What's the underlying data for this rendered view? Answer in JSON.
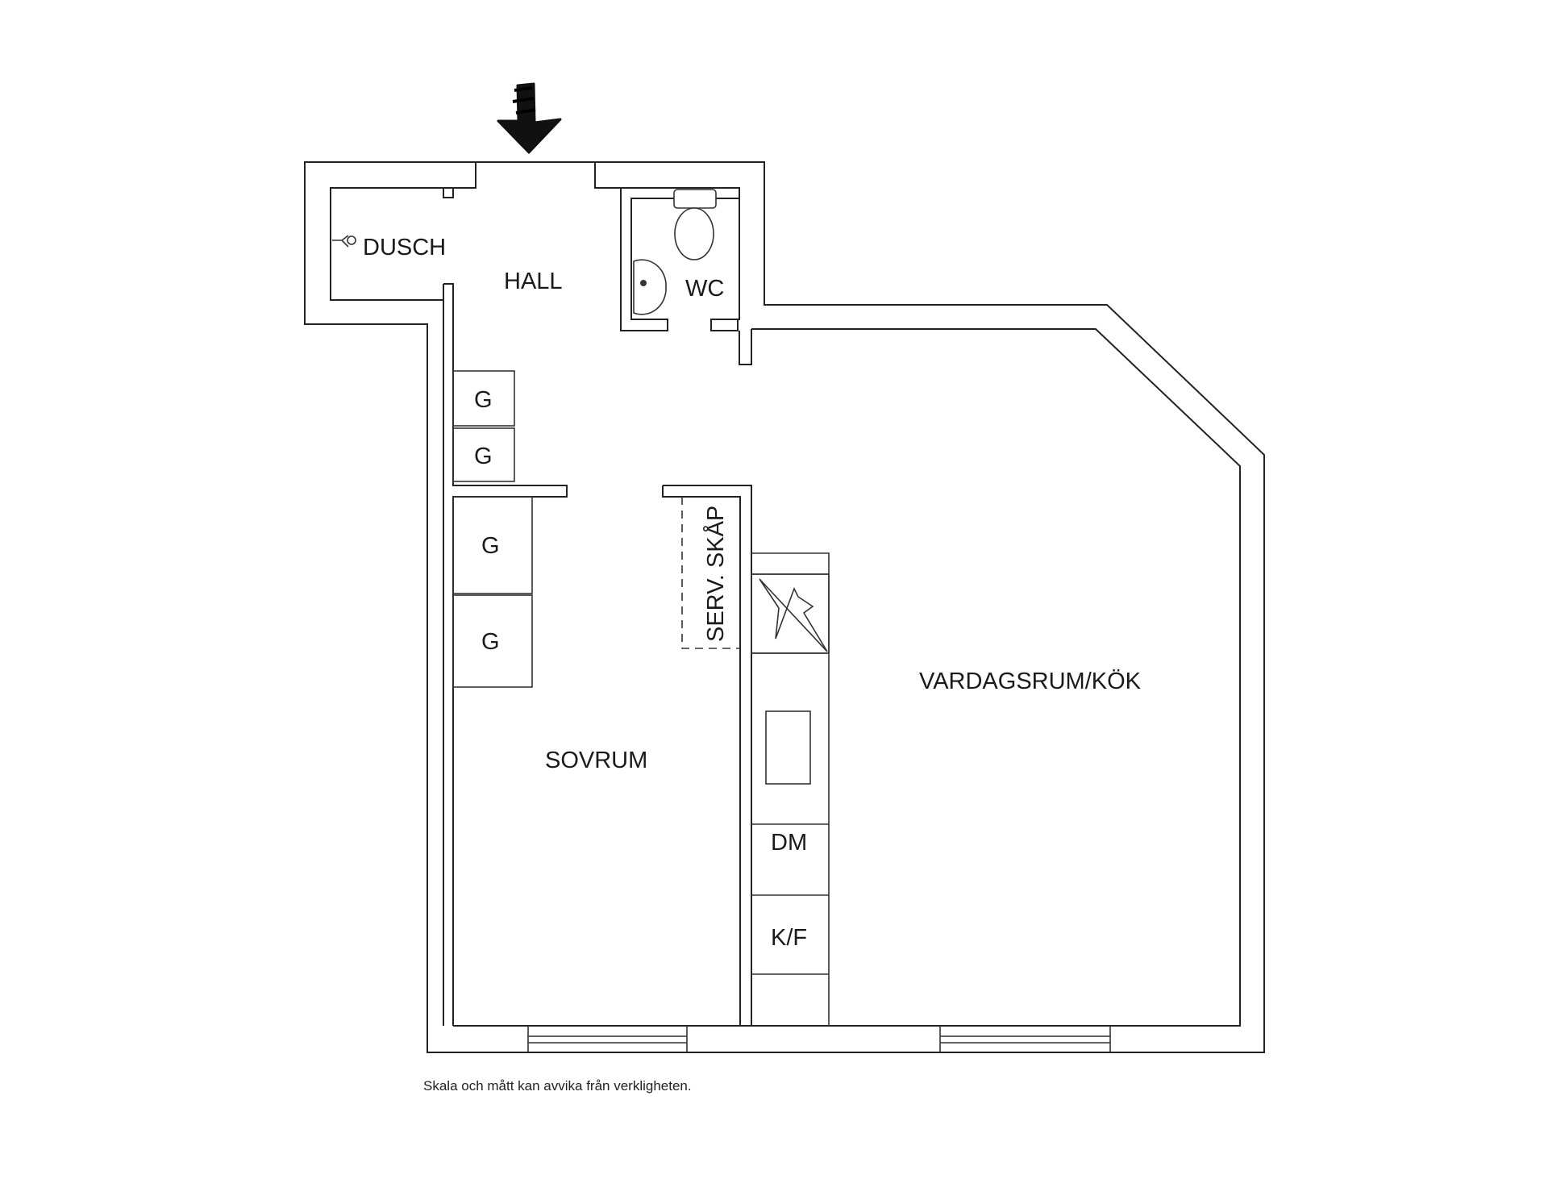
{
  "rooms": {
    "dusch": "DUSCH",
    "hall": "HALL",
    "wc": "WC",
    "sovrum": "SOVRUM",
    "vardagsrum_kok": "VARDAGSRUM/KÖK",
    "serv_skap": "SERV. SKÅP"
  },
  "fixtures": {
    "wardrobe": "G",
    "dishwasher": "DM",
    "fridge_freezer": "K/F"
  },
  "disclaimer": "Skala och mått kan avvika från verkligheten."
}
